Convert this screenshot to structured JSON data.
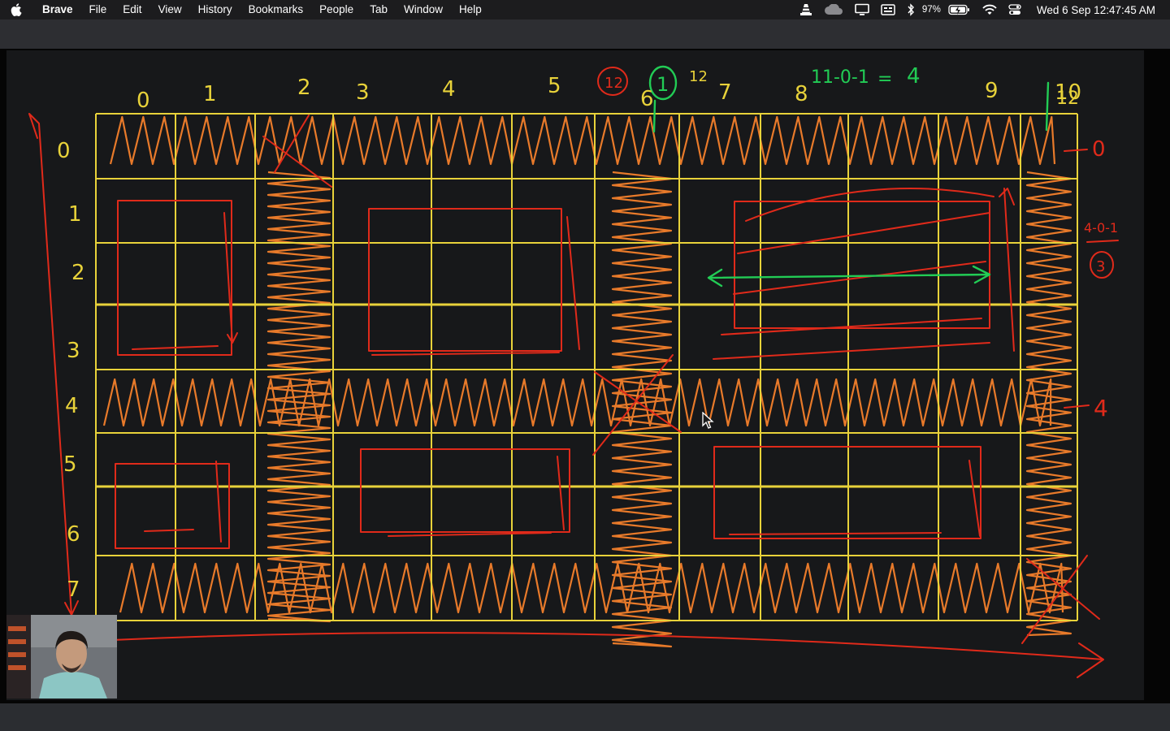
{
  "menubar": {
    "app_name": "Brave",
    "items": [
      "File",
      "Edit",
      "View",
      "History",
      "Bookmarks",
      "People",
      "Tab",
      "Window",
      "Help"
    ],
    "battery": "97%",
    "clock": "Wed 6 Sep  12:47:45 AM",
    "icons": [
      "apple-icon",
      "vlc-cone-icon",
      "cloud-icon",
      "display-icon",
      "calendar-card-icon",
      "bluetooth-icon",
      "battery-icon",
      "wifi-icon",
      "control-center-icon"
    ]
  },
  "board": {
    "column_labels": [
      "0",
      "1",
      "2",
      "3",
      "4",
      "5",
      "6",
      "7",
      "8",
      "9",
      "10",
      "12"
    ],
    "row_labels": [
      "0",
      "1",
      "2",
      "3",
      "4",
      "5",
      "6",
      "7"
    ],
    "annotations": {
      "circled_12": "12",
      "circled_1": "1",
      "sup_12": "12",
      "formula_top": "11-0-1",
      "formula_eq": "=",
      "formula_result": "4",
      "right_zero": "0",
      "right_four": "4",
      "right_formula": "4-0-1",
      "circled_3": "3"
    },
    "colors": {
      "grid": "#e8d23a",
      "hatch": "#e87a2a",
      "red": "#e02a1a",
      "green": "#22cc55",
      "background": "#17181a"
    }
  },
  "webcam": {
    "label": "presenter-webcam"
  }
}
